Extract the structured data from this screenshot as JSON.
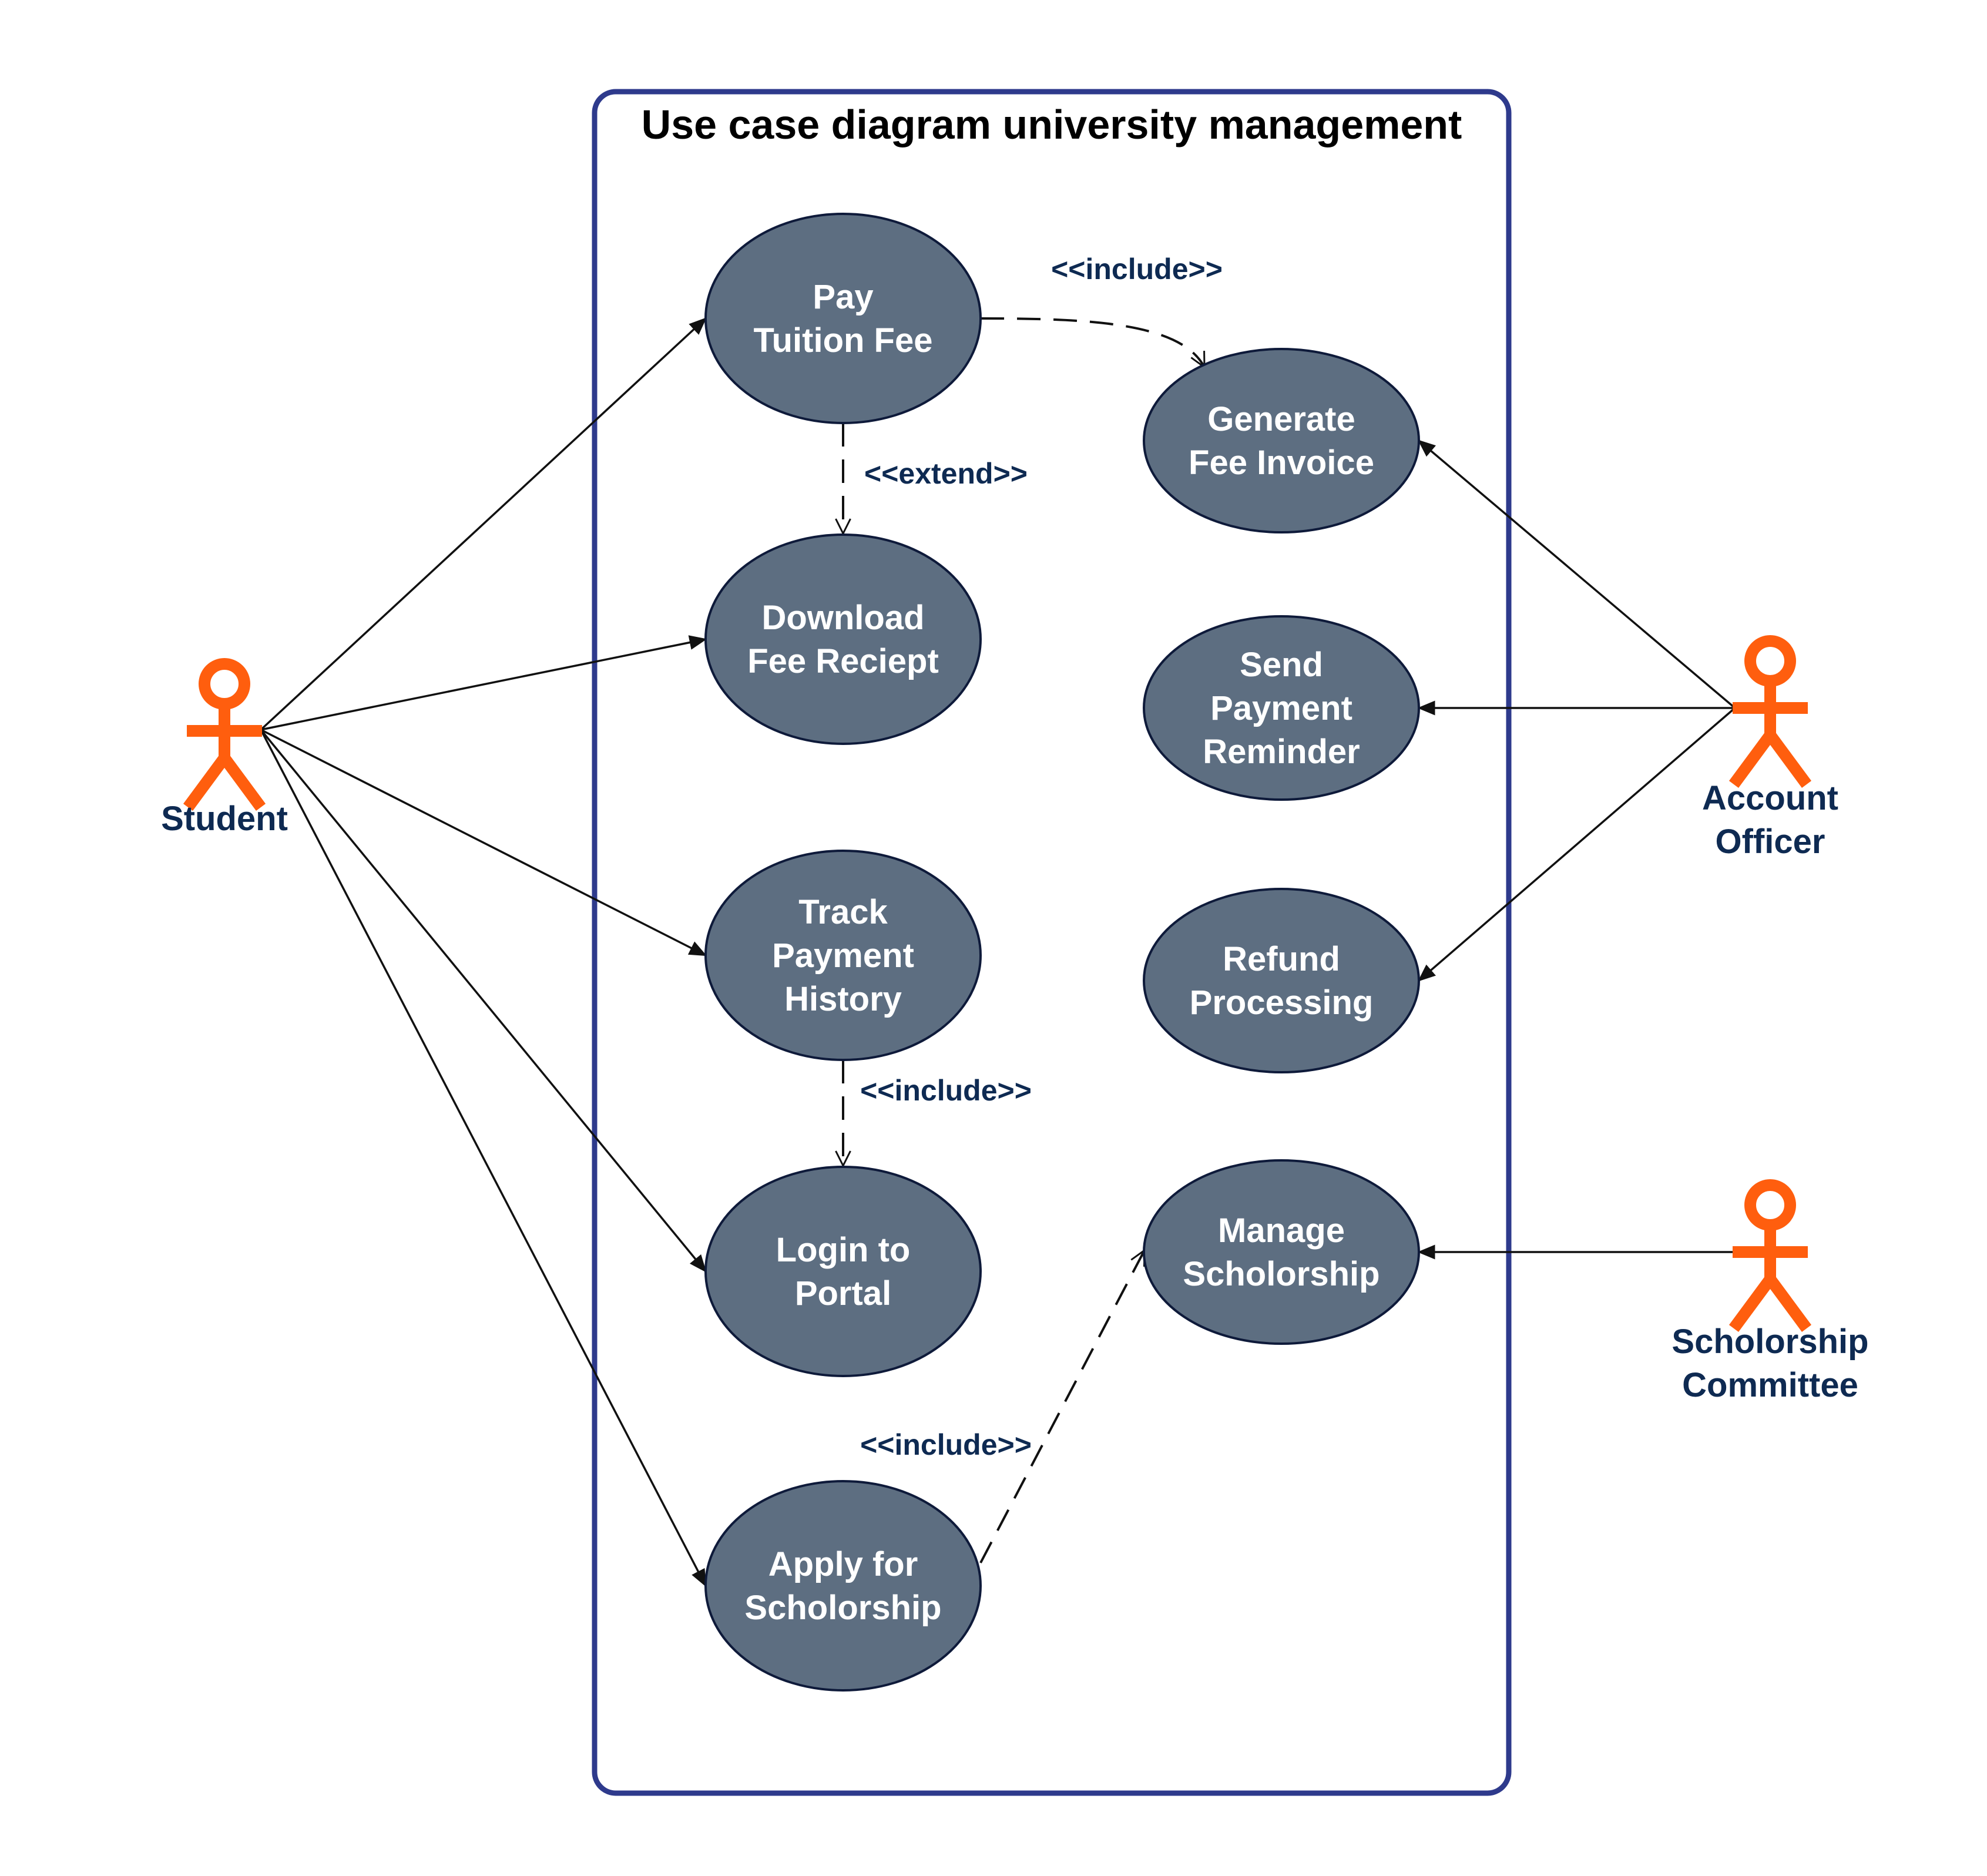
{
  "title": "Use case diagram university management",
  "colors": {
    "frame": "#2E3A8C",
    "usecase_fill": "#5D6E81",
    "usecase_stroke": "#0E1A3A",
    "actor": "#FF5E0E",
    "label": "#0E2A52",
    "line": "#111111"
  },
  "actors": [
    {
      "id": "student",
      "lines": [
        "Student"
      ]
    },
    {
      "id": "account-officer",
      "lines": [
        "Account",
        "Officer"
      ]
    },
    {
      "id": "scholorship-committee",
      "lines": [
        "Scholorship",
        "Committee"
      ]
    }
  ],
  "use_cases": [
    {
      "id": "pay-tuition-fee",
      "lines": [
        "Pay",
        "Tuition Fee"
      ]
    },
    {
      "id": "download-fee-reciept",
      "lines": [
        "Download",
        "Fee Reciept"
      ]
    },
    {
      "id": "track-payment-history",
      "lines": [
        "Track",
        "Payment",
        "History"
      ]
    },
    {
      "id": "login-to-portal",
      "lines": [
        "Login to",
        "Portal"
      ]
    },
    {
      "id": "apply-for-scholorship",
      "lines": [
        "Apply for",
        "Scholorship"
      ]
    },
    {
      "id": "generate-fee-invoice",
      "lines": [
        "Generate",
        "Fee Invoice"
      ]
    },
    {
      "id": "send-payment-reminder",
      "lines": [
        "Send",
        "Payment",
        "Reminder"
      ]
    },
    {
      "id": "refund-processing",
      "lines": [
        "Refund",
        "Processing"
      ]
    },
    {
      "id": "manage-scholorship",
      "lines": [
        "Manage",
        "Scholorship"
      ]
    }
  ],
  "associations": [
    {
      "from": "student",
      "to": "pay-tuition-fee"
    },
    {
      "from": "student",
      "to": "download-fee-reciept"
    },
    {
      "from": "student",
      "to": "track-payment-history"
    },
    {
      "from": "student",
      "to": "login-to-portal"
    },
    {
      "from": "student",
      "to": "apply-for-scholorship"
    },
    {
      "from": "account-officer",
      "to": "generate-fee-invoice"
    },
    {
      "from": "account-officer",
      "to": "send-payment-reminder"
    },
    {
      "from": "account-officer",
      "to": "refund-processing"
    },
    {
      "from": "scholorship-committee",
      "to": "manage-scholorship"
    }
  ],
  "relationships": [
    {
      "from": "pay-tuition-fee",
      "to": "generate-fee-invoice",
      "label": "<<include>>"
    },
    {
      "from": "pay-tuition-fee",
      "to": "download-fee-reciept",
      "label": "<<extend>>"
    },
    {
      "from": "track-payment-history",
      "to": "login-to-portal",
      "label": "<<include>>"
    },
    {
      "from": "apply-for-scholorship",
      "to": "manage-scholorship",
      "label": "<<include>>"
    }
  ]
}
